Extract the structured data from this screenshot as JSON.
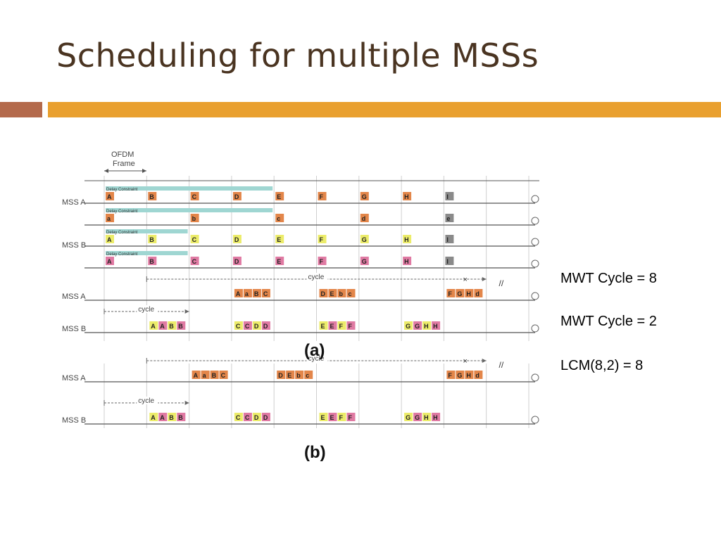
{
  "slide": {
    "title": "Scheduling for multiple MSSs",
    "notes": [
      "MWT Cycle = 8",
      "MWT Cycle = 2",
      "LCM(8,2) = 8"
    ]
  },
  "figure": {
    "ofdm_label_line1": "OFDM",
    "ofdm_label_line2": "Frame",
    "delay_label": "Delay Constraint",
    "cycle_label": "cycle",
    "caption_a": "(a)",
    "caption_b": "(b)",
    "rows": [
      {
        "label": "MSS A",
        "row": 0
      },
      {
        "label": "MSS B",
        "row": 2
      },
      {
        "label": "MSS A",
        "row": 4
      },
      {
        "label": "MSS B",
        "row": 5
      },
      {
        "label": "MSS A",
        "row": 6
      },
      {
        "label": "MSS B",
        "row": 7
      }
    ],
    "colors": {
      "orange": "#e3864a",
      "yellow": "#ecec6a",
      "pink": "#e07aa3",
      "teal": "#9fd6d2",
      "gray": "#8a8a8a",
      "line": "#555555",
      "grid": "#cfcfcf"
    },
    "timeline_rows": [
      {
        "row": 0,
        "cells": [
          {
            "t": 0,
            "s": "A",
            "c": "orange"
          },
          {
            "t": 1,
            "s": "B",
            "c": "orange"
          },
          {
            "t": 2,
            "s": "C",
            "c": "orange"
          },
          {
            "t": 3,
            "s": "D",
            "c": "orange"
          },
          {
            "t": 4,
            "s": "E",
            "c": "orange"
          },
          {
            "t": 5,
            "s": "F",
            "c": "orange"
          },
          {
            "t": 6,
            "s": "G",
            "c": "orange"
          },
          {
            "t": 7,
            "s": "H",
            "c": "orange"
          },
          {
            "t": 8,
            "s": "I",
            "c": "gray"
          }
        ],
        "delay_span": 4
      },
      {
        "row": 1,
        "cells": [
          {
            "t": 0,
            "s": "a",
            "c": "orange"
          },
          {
            "t": 2,
            "s": "b",
            "c": "orange"
          },
          {
            "t": 4,
            "s": "c",
            "c": "orange"
          },
          {
            "t": 6,
            "s": "d",
            "c": "orange"
          },
          {
            "t": 8,
            "s": "e",
            "c": "gray"
          }
        ],
        "delay_span": 4
      },
      {
        "row": 2,
        "cells": [
          {
            "t": 0,
            "s": "A",
            "c": "yellow"
          },
          {
            "t": 1,
            "s": "B",
            "c": "yellow"
          },
          {
            "t": 2,
            "s": "C",
            "c": "yellow"
          },
          {
            "t": 3,
            "s": "D",
            "c": "yellow"
          },
          {
            "t": 4,
            "s": "E",
            "c": "yellow"
          },
          {
            "t": 5,
            "s": "F",
            "c": "yellow"
          },
          {
            "t": 6,
            "s": "G",
            "c": "yellow"
          },
          {
            "t": 7,
            "s": "H",
            "c": "yellow"
          },
          {
            "t": 8,
            "s": "I",
            "c": "gray"
          }
        ],
        "delay_span": 2
      },
      {
        "row": 3,
        "cells": [
          {
            "t": 0,
            "s": "A",
            "c": "pink"
          },
          {
            "t": 1,
            "s": "B",
            "c": "pink"
          },
          {
            "t": 2,
            "s": "C",
            "c": "pink"
          },
          {
            "t": 3,
            "s": "D",
            "c": "pink"
          },
          {
            "t": 4,
            "s": "E",
            "c": "pink"
          },
          {
            "t": 5,
            "s": "F",
            "c": "pink"
          },
          {
            "t": 6,
            "s": "G",
            "c": "pink"
          },
          {
            "t": 7,
            "s": "H",
            "c": "pink"
          },
          {
            "t": 8,
            "s": "I",
            "c": "gray"
          }
        ],
        "delay_span": 2
      }
    ],
    "groups": [
      {
        "row": 4,
        "t": 3,
        "cells": [
          {
            "s": "A",
            "c": "orange"
          },
          {
            "s": "a",
            "c": "orange"
          },
          {
            "s": "B",
            "c": "orange"
          },
          {
            "s": "C",
            "c": "orange"
          }
        ]
      },
      {
        "row": 4,
        "t": 5,
        "cells": [
          {
            "s": "D",
            "c": "orange"
          },
          {
            "s": "E",
            "c": "orange"
          },
          {
            "s": "b",
            "c": "orange"
          },
          {
            "s": "c",
            "c": "orange"
          }
        ]
      },
      {
        "row": 4,
        "t": 8,
        "cells": [
          {
            "s": "F",
            "c": "orange"
          },
          {
            "s": "G",
            "c": "orange"
          },
          {
            "s": "H",
            "c": "orange"
          },
          {
            "s": "d",
            "c": "orange"
          }
        ]
      },
      {
        "row": 5,
        "t": 1,
        "cells": [
          {
            "s": "A",
            "c": "yellow"
          },
          {
            "s": "A",
            "c": "pink"
          },
          {
            "s": "B",
            "c": "yellow"
          },
          {
            "s": "B",
            "c": "pink"
          }
        ]
      },
      {
        "row": 5,
        "t": 3,
        "cells": [
          {
            "s": "C",
            "c": "yellow"
          },
          {
            "s": "C",
            "c": "pink"
          },
          {
            "s": "D",
            "c": "yellow"
          },
          {
            "s": "D",
            "c": "pink"
          }
        ]
      },
      {
        "row": 5,
        "t": 5,
        "cells": [
          {
            "s": "E",
            "c": "yellow"
          },
          {
            "s": "E",
            "c": "pink"
          },
          {
            "s": "F",
            "c": "yellow"
          },
          {
            "s": "F",
            "c": "pink"
          }
        ]
      },
      {
        "row": 5,
        "t": 7,
        "cells": [
          {
            "s": "G",
            "c": "yellow"
          },
          {
            "s": "G",
            "c": "pink"
          },
          {
            "s": "H",
            "c": "yellow"
          },
          {
            "s": "H",
            "c": "pink"
          }
        ]
      },
      {
        "row": 6,
        "t": 2,
        "cells": [
          {
            "s": "A",
            "c": "orange"
          },
          {
            "s": "a",
            "c": "orange"
          },
          {
            "s": "B",
            "c": "orange"
          },
          {
            "s": "C",
            "c": "orange"
          }
        ]
      },
      {
        "row": 6,
        "t": 4,
        "cells": [
          {
            "s": "D",
            "c": "orange"
          },
          {
            "s": "E",
            "c": "orange"
          },
          {
            "s": "b",
            "c": "orange"
          },
          {
            "s": "c",
            "c": "orange"
          }
        ]
      },
      {
        "row": 6,
        "t": 8,
        "cells": [
          {
            "s": "F",
            "c": "orange"
          },
          {
            "s": "G",
            "c": "orange"
          },
          {
            "s": "H",
            "c": "orange"
          },
          {
            "s": "d",
            "c": "orange"
          }
        ]
      },
      {
        "row": 7,
        "t": 1,
        "cells": [
          {
            "s": "A",
            "c": "yellow"
          },
          {
            "s": "A",
            "c": "pink"
          },
          {
            "s": "B",
            "c": "yellow"
          },
          {
            "s": "B",
            "c": "pink"
          }
        ]
      },
      {
        "row": 7,
        "t": 3,
        "cells": [
          {
            "s": "C",
            "c": "yellow"
          },
          {
            "s": "C",
            "c": "pink"
          },
          {
            "s": "D",
            "c": "yellow"
          },
          {
            "s": "D",
            "c": "pink"
          }
        ]
      },
      {
        "row": 7,
        "t": 5,
        "cells": [
          {
            "s": "E",
            "c": "yellow"
          },
          {
            "s": "E",
            "c": "pink"
          },
          {
            "s": "F",
            "c": "yellow"
          },
          {
            "s": "F",
            "c": "pink"
          }
        ]
      },
      {
        "row": 7,
        "t": 7,
        "cells": [
          {
            "s": "G",
            "c": "yellow"
          },
          {
            "s": "G",
            "c": "pink"
          },
          {
            "s": "H",
            "c": "yellow"
          },
          {
            "s": "H",
            "c": "pink"
          }
        ]
      }
    ],
    "cycles": [
      {
        "row": 4,
        "from": 1,
        "to": 9,
        "end_mark": "x"
      },
      {
        "row": 5,
        "from": 0,
        "to": 2,
        "end_mark": "arrow"
      },
      {
        "row": 6,
        "from": 1,
        "to": 9,
        "end_mark": "x"
      },
      {
        "row": 7,
        "from": 0,
        "to": 2,
        "end_mark": "arrow"
      }
    ]
  }
}
